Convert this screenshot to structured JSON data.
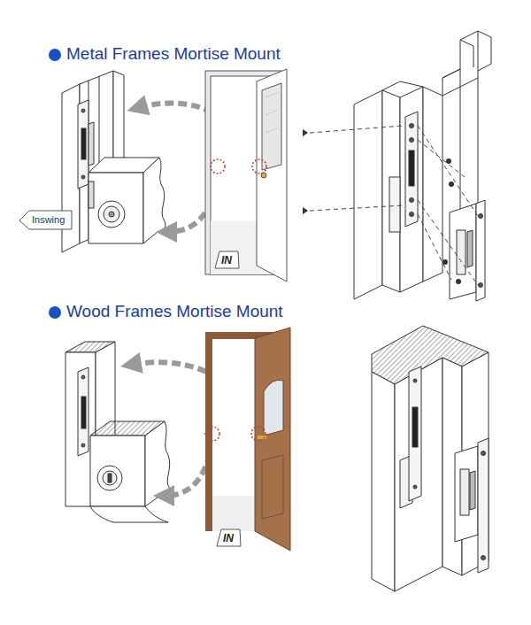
{
  "diagram": {
    "nodes": [
      {
        "text": [
          "Inswing"
        ]
      },
      {
        "text": [
          "IN"
        ]
      },
      {
        "text": [
          "IN"
        ]
      }
    ],
    "labels": [
      "Metal Frames Mortise Mount",
      "Wood Frames Mortise Mount"
    ]
  }
}
